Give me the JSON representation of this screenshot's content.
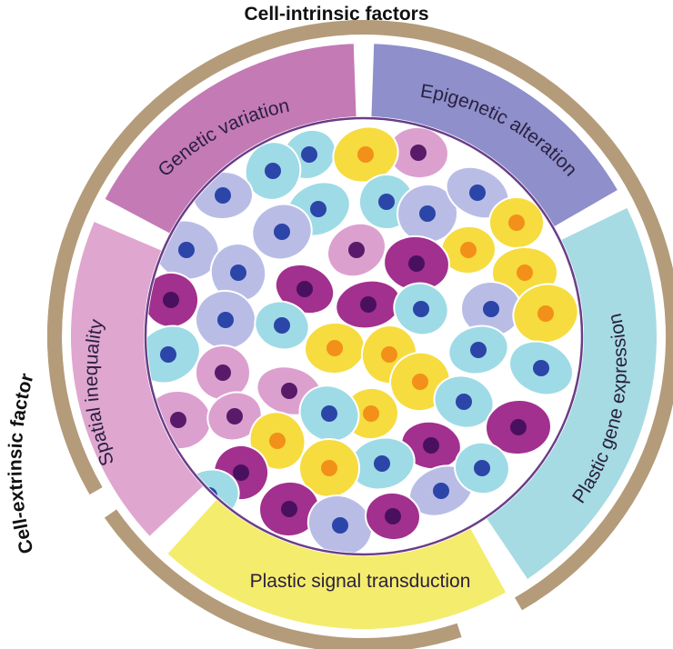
{
  "headers": {
    "intrinsic": "Cell-intrinsic factors",
    "extrinsic": "Cell-extrinsic factor"
  },
  "segments": [
    {
      "id": "genetic",
      "label": "Genetic variation",
      "color": "#c47ab5"
    },
    {
      "id": "epigenetic",
      "label": "Epigenetic alteration",
      "color": "#8e8fcb"
    },
    {
      "id": "plastic-gene",
      "label": "Plastic gene expression",
      "color": "#a6dbe3"
    },
    {
      "id": "plastic-signal",
      "label": "Plastic signal transduction",
      "color": "#f4ec6c"
    },
    {
      "id": "spatial",
      "label": "Spatial inequality",
      "color": "#dfa6d0"
    }
  ],
  "ring_color": "#b49b7a",
  "cell_palette": {
    "cyan": [
      "#9edbe6",
      "#2b45a8"
    ],
    "lavender": [
      "#b9bde6",
      "#2b45a8"
    ],
    "pink": [
      "#dca0cf",
      "#5a1a6a"
    ],
    "magenta": [
      "#a2308e",
      "#4a1060"
    ],
    "yellow": [
      "#f6dc3e",
      "#f2901a"
    ]
  }
}
